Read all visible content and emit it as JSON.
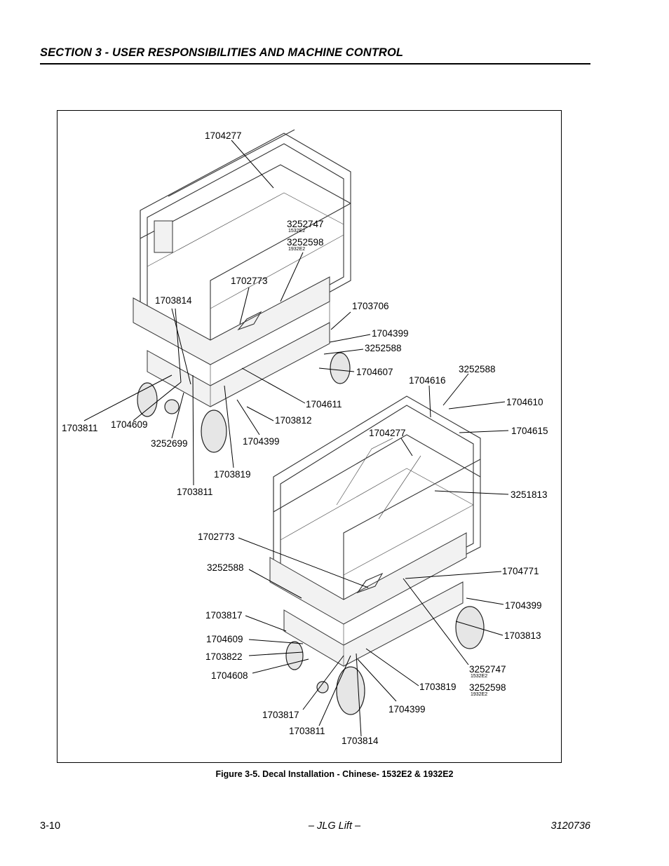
{
  "header": {
    "section_title": "SECTION 3 - USER RESPONSIBILITIES AND MACHINE CONTROL"
  },
  "figure": {
    "caption": "Figure 3-5.  Decal Installation - Chinese- 1532E2 & 1932E2",
    "labels": [
      {
        "text": "1704277",
        "sub": ""
      },
      {
        "text": "3252747",
        "sub": "1532E2"
      },
      {
        "text": "3252598",
        "sub": "1932E2"
      },
      {
        "text": "1702773",
        "sub": ""
      },
      {
        "text": "1703814",
        "sub": ""
      },
      {
        "text": "1703706",
        "sub": ""
      },
      {
        "text": "1704399",
        "sub": ""
      },
      {
        "text": "3252588",
        "sub": ""
      },
      {
        "text": "1704607",
        "sub": ""
      },
      {
        "text": "1704611",
        "sub": ""
      },
      {
        "text": "1703812",
        "sub": ""
      },
      {
        "text": "1704399",
        "sub": ""
      },
      {
        "text": "1703811",
        "sub": ""
      },
      {
        "text": "1704609",
        "sub": ""
      },
      {
        "text": "3252699",
        "sub": ""
      },
      {
        "text": "1703819",
        "sub": ""
      },
      {
        "text": "1703811",
        "sub": ""
      },
      {
        "text": "3252588",
        "sub": ""
      },
      {
        "text": "1704616",
        "sub": ""
      },
      {
        "text": "1704610",
        "sub": ""
      },
      {
        "text": "1704615",
        "sub": ""
      },
      {
        "text": "1704277",
        "sub": ""
      },
      {
        "text": "3251813",
        "sub": ""
      },
      {
        "text": "1702773",
        "sub": ""
      },
      {
        "text": "3252588",
        "sub": ""
      },
      {
        "text": "1704771",
        "sub": ""
      },
      {
        "text": "1704399",
        "sub": ""
      },
      {
        "text": "1703817",
        "sub": ""
      },
      {
        "text": "1703813",
        "sub": ""
      },
      {
        "text": "1704609",
        "sub": ""
      },
      {
        "text": "1703822",
        "sub": ""
      },
      {
        "text": "1704608",
        "sub": ""
      },
      {
        "text": "3252747",
        "sub": "1532E2"
      },
      {
        "text": "3252598",
        "sub": "1932E2"
      },
      {
        "text": "1703819",
        "sub": ""
      },
      {
        "text": "1704399",
        "sub": ""
      },
      {
        "text": "1703817",
        "sub": ""
      },
      {
        "text": "1703811",
        "sub": ""
      },
      {
        "text": "1703814",
        "sub": ""
      }
    ]
  },
  "footer": {
    "page_number": "3-10",
    "center": "– JLG Lift –",
    "doc_number": "3120736"
  }
}
